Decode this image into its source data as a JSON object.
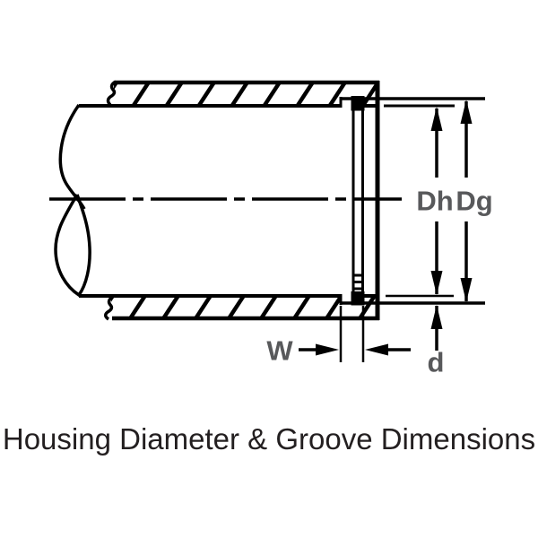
{
  "diagram": {
    "labels": {
      "housing_diameter": "Dh",
      "groove_diameter": "Dg",
      "groove_width": "W",
      "groove_depth": "d"
    },
    "caption": "Housing Diameter & Groove Dimensions",
    "colors": {
      "line": "#000000",
      "dimension_label": "#58595B",
      "caption_text": "#231F20",
      "background": "#FFFFFF"
    }
  }
}
